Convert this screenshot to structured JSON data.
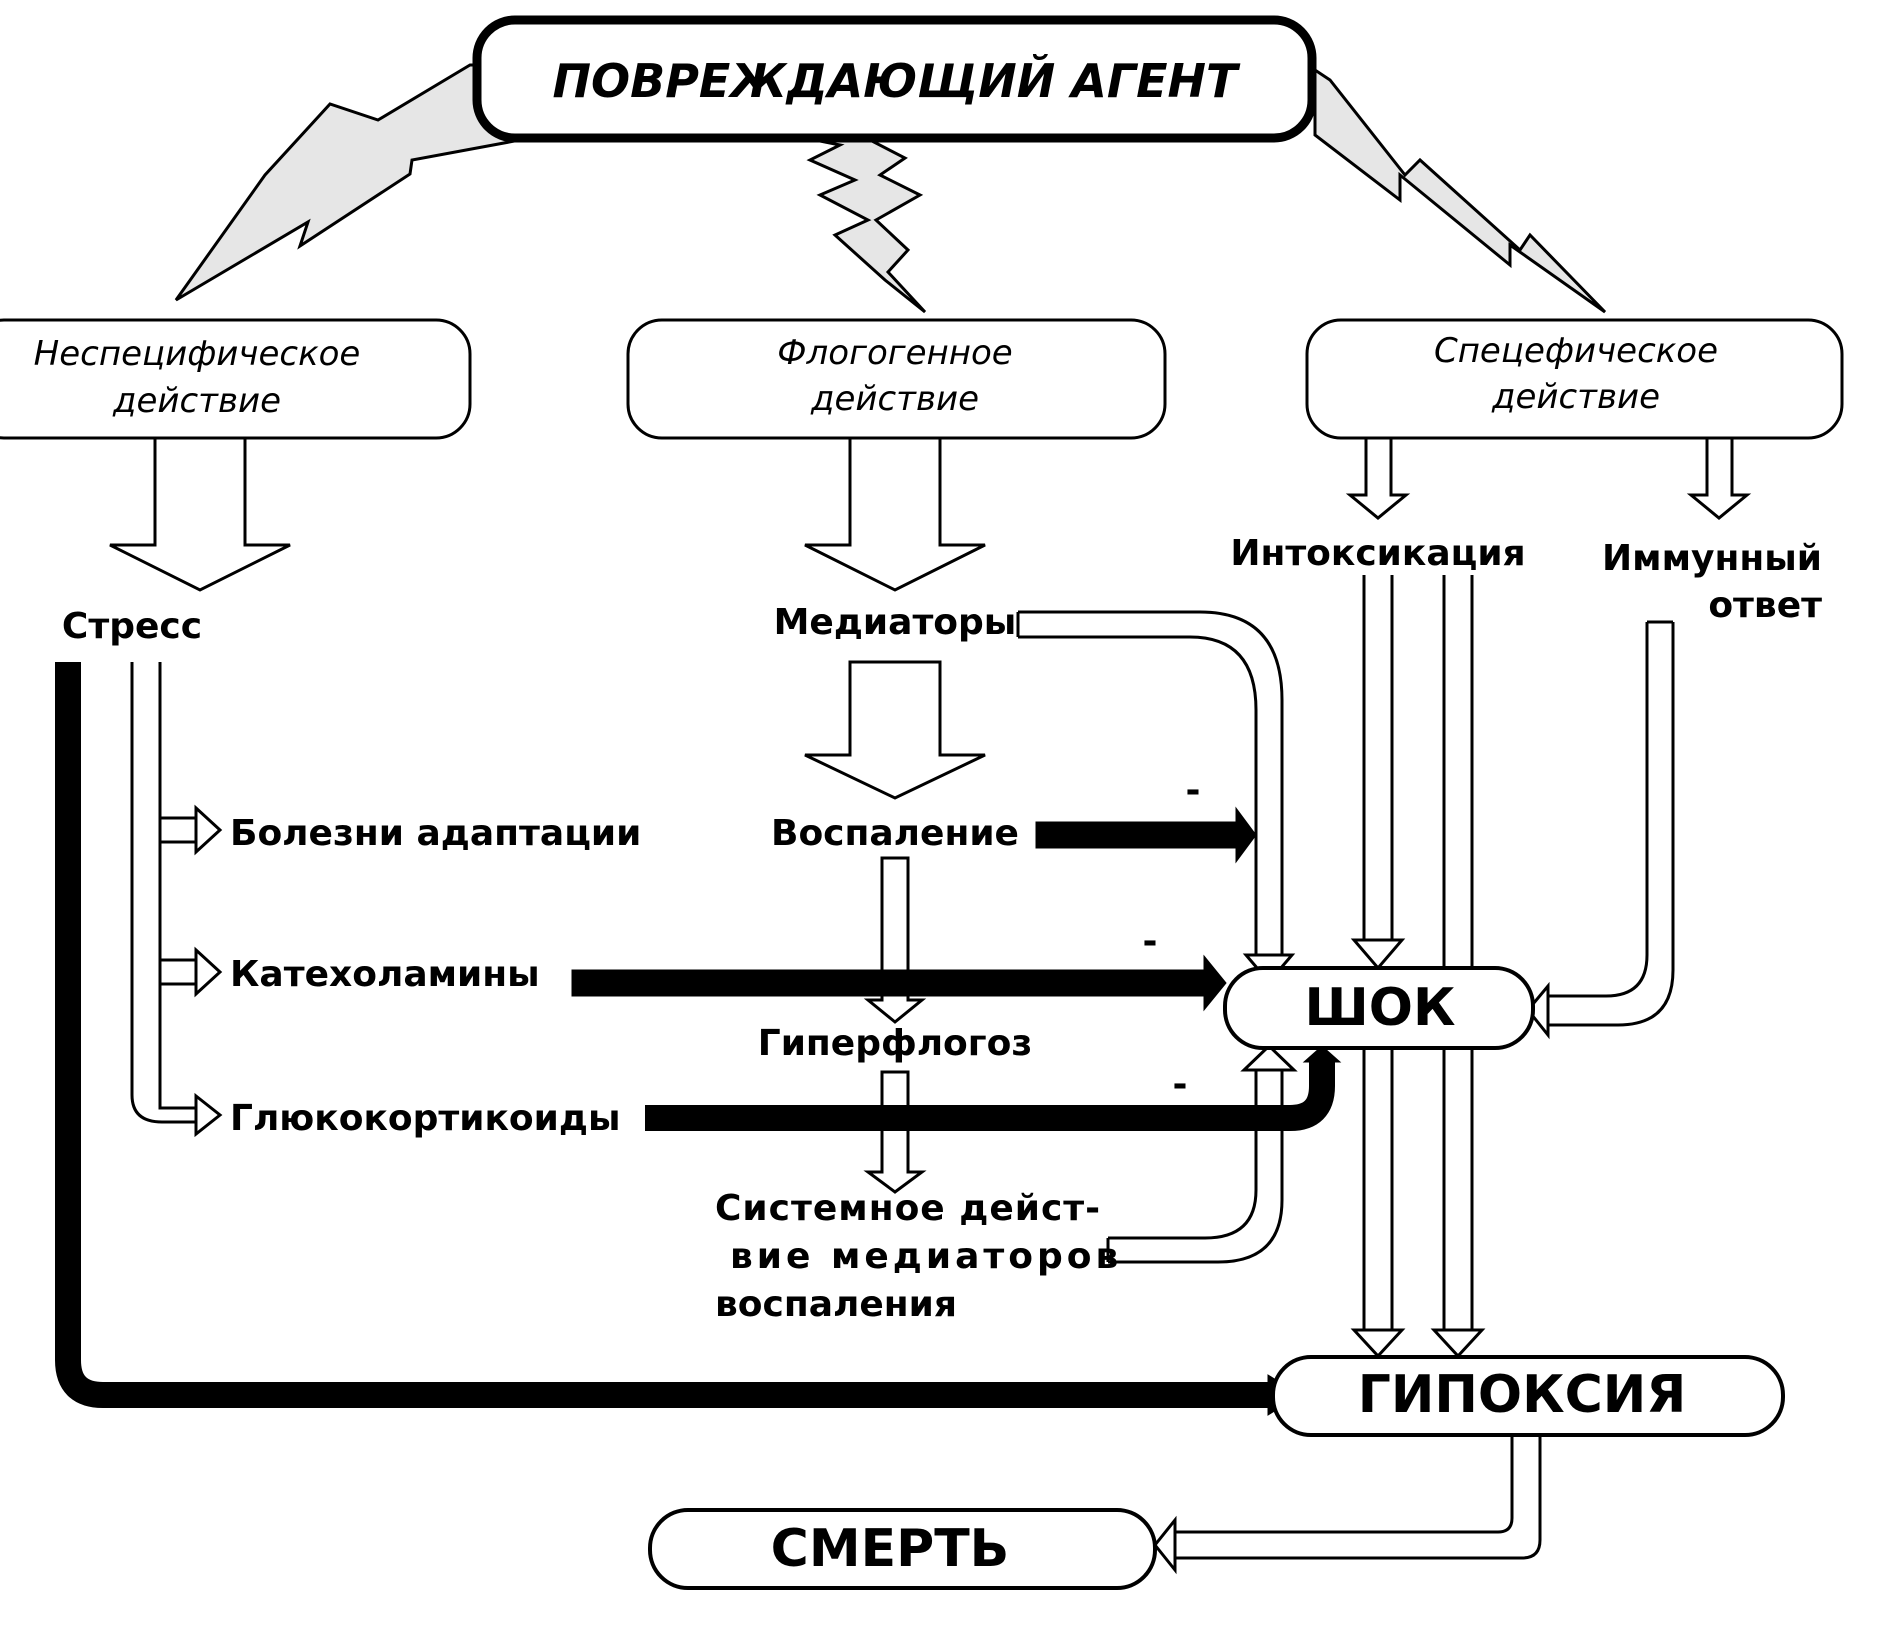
{
  "agent": "ПОВРЕЖДАЮЩИЙ АГЕНТ",
  "branches": {
    "nonspecific": [
      "Неспецифическое",
      "действие"
    ],
    "phlogogenic": [
      "Флогогенное",
      "действие"
    ],
    "specific": [
      "Спецефическое",
      "действие"
    ]
  },
  "nodes": {
    "stress": "Стресс",
    "adaptation_diseases": "Болезни адаптации",
    "catecholamines": "Катехоламины",
    "glucocorticoids": "Глюкокортикоиды",
    "mediators": "Медиаторы",
    "inflammation": "Воспаление",
    "hyperphlogosis": "Гиперфлогоз",
    "systemic": [
      "Системное дейст-",
      "вие медиаторов",
      "воспаления"
    ],
    "intoxication": "Интоксикация",
    "immune": [
      "Иммунный",
      "ответ"
    ],
    "shock": "ШОК",
    "hypoxia": "ГИПОКСИЯ",
    "death": "СМЕРТЬ"
  },
  "minus_sign": "-"
}
